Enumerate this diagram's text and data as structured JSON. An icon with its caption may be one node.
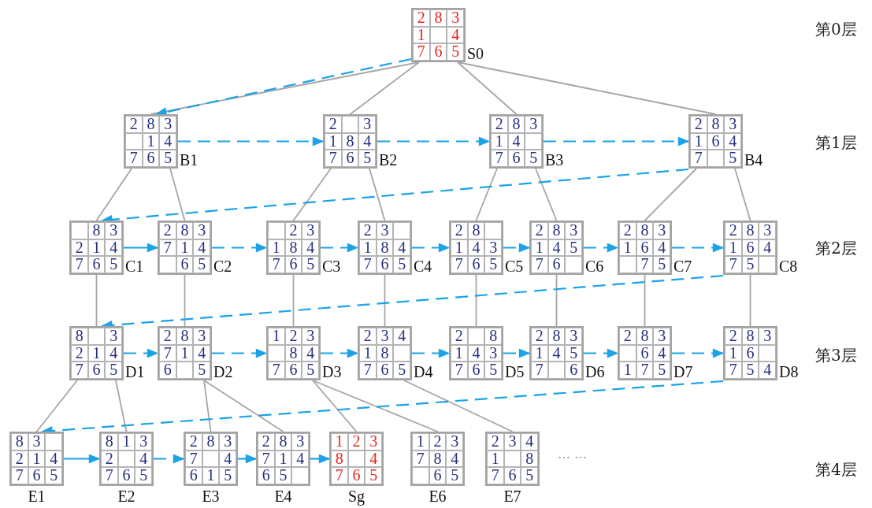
{
  "diagram": {
    "nodes": [
      {
        "text": [],
        "shape": "box",
        "beside": [
          "S0"
        ]
      },
      {
        "text": [
          "2"
        ],
        "in": 0
      },
      {
        "text": [
          "8"
        ],
        "in": 0
      },
      {
        "text": [
          "3"
        ],
        "in": 0
      },
      {
        "text": [
          "1"
        ],
        "in": 0
      },
      {
        "text": [],
        "shape": "box",
        "in": 0
      },
      {
        "text": [
          "4"
        ],
        "in": 0
      },
      {
        "text": [
          "7"
        ],
        "in": 0
      },
      {
        "text": [
          "6"
        ],
        "in": 0
      },
      {
        "text": [
          "5"
        ],
        "in": 0
      },
      {
        "text": [],
        "shape": "box",
        "beside": [
          "B1"
        ]
      },
      {
        "text": [
          "2"
        ],
        "in": 10
      },
      {
        "text": [
          "8"
        ],
        "in": 10
      },
      {
        "text": [
          "3"
        ],
        "in": 10
      },
      {
        "text": [],
        "shape": "box",
        "in": 10
      },
      {
        "text": [
          "1"
        ],
        "in": 10
      },
      {
        "text": [
          "4"
        ],
        "in": 10
      },
      {
        "text": [
          "7"
        ],
        "in": 10
      },
      {
        "text": [
          "6"
        ],
        "in": 10
      },
      {
        "text": [
          "5"
        ],
        "in": 10
      },
      {
        "text": [],
        "shape": "box",
        "beside": [
          "B2"
        ]
      },
      {
        "text": [
          "2"
        ],
        "in": 20
      },
      {
        "text": [],
        "shape": "box",
        "in": 20
      },
      {
        "text": [
          "3"
        ],
        "in": 20
      },
      {
        "text": [
          "1"
        ],
        "in": 20
      },
      {
        "text": [
          "8"
        ],
        "in": 20
      },
      {
        "text": [
          "4"
        ],
        "in": 20
      },
      {
        "text": [
          "7"
        ],
        "in": 20
      },
      {
        "text": [
          "6"
        ],
        "in": 20
      },
      {
        "text": [
          "5"
        ],
        "in": 20
      },
      {
        "text": [],
        "shape": "box",
        "beside": [
          "B3"
        ]
      },
      {
        "text": [
          "2"
        ],
        "in": 30
      },
      {
        "text": [
          "8"
        ],
        "in": 30
      },
      {
        "text": [
          "3"
        ],
        "in": 30
      },
      {
        "text": [
          "1"
        ],
        "in": 30
      },
      {
        "text": [
          "4"
        ],
        "in": 30
      },
      {
        "text": [],
        "shape": "box",
        "in": 30
      },
      {
        "text": [
          "7"
        ],
        "in": 30
      },
      {
        "text": [
          "6"
        ],
        "in": 30
      },
      {
        "text": [
          "5"
        ],
        "in": 30
      },
      {
        "text": [],
        "shape": "box",
        "beside": [
          "B4"
        ]
      },
      {
        "text": [
          "2"
        ],
        "in": 40
      },
      {
        "text": [
          "8"
        ],
        "in": 40
      },
      {
        "text": [
          "3"
        ],
        "in": 40
      },
      {
        "text": [
          "1"
        ],
        "in": 40
      },
      {
        "text": [
          "6"
        ],
        "in": 40
      },
      {
        "text": [
          "4"
        ],
        "in": 40
      },
      {
        "text": [
          "7"
        ],
        "in": 40
      },
      {
        "text": [],
        "shape": "box",
        "in": 40
      },
      {
        "text": [
          "5"
        ],
        "in": 40
      },
      {
        "text": [],
        "shape": "box",
        "beside": [
          "C1"
        ]
      },
      {
        "text": [],
        "shape": "box",
        "in": 50
      },
      {
        "text": [
          "8"
        ],
        "in": 50
      },
      {
        "text": [
          "3"
        ],
        "in": 50
      },
      {
        "text": [
          "2"
        ],
        "in": 50
      },
      {
        "text": [
          "1"
        ],
        "in": 50
      },
      {
        "text": [
          "4"
        ],
        "in": 50
      },
      {
        "text": [
          "7"
        ],
        "in": 50
      },
      {
        "text": [
          "6"
        ],
        "in": 50
      },
      {
        "text": [
          "5"
        ],
        "in": 50
      },
      {
        "text": [],
        "shape": "box",
        "beside": [
          "C2"
        ]
      },
      {
        "text": [
          "2"
        ],
        "in": 60
      },
      {
        "text": [
          "8"
        ],
        "in": 60
      },
      {
        "text": [
          "3"
        ],
        "in": 60
      },
      {
        "text": [
          "7"
        ],
        "in": 60
      },
      {
        "text": [
          "1"
        ],
        "in": 60
      },
      {
        "text": [
          "4"
        ],
        "in": 60
      },
      {
        "text": [],
        "shape": "box",
        "in": 60
      },
      {
        "text": [
          "6"
        ],
        "in": 60
      },
      {
        "text": [
          "5"
        ],
        "in": 60
      },
      {
        "text": [],
        "shape": "box",
        "beside": [
          "C3"
        ]
      },
      {
        "text": [],
        "shape": "box",
        "in": 70
      },
      {
        "text": [
          "2"
        ],
        "in": 70
      },
      {
        "text": [
          "3"
        ],
        "in": 70
      },
      {
        "text": [
          "1"
        ],
        "in": 70
      },
      {
        "text": [
          "8"
        ],
        "in": 70
      },
      {
        "text": [
          "4"
        ],
        "in": 70
      },
      {
        "text": [
          "7"
        ],
        "in": 70
      },
      {
        "text": [
          "6"
        ],
        "in": 70
      },
      {
        "text": [
          "5"
        ],
        "in": 70
      },
      {
        "text": [],
        "shape": "box",
        "beside": [
          "C4"
        ]
      },
      {
        "text": [
          "2"
        ],
        "in": 80
      },
      {
        "text": [
          "3"
        ],
        "in": 80
      },
      {
        "text": [],
        "shape": "box",
        "in": 80
      },
      {
        "text": [
          "1"
        ],
        "in": 80
      },
      {
        "text": [
          "8"
        ],
        "in": 80
      },
      {
        "text": [
          "4"
        ],
        "in": 80
      },
      {
        "text": [
          "7"
        ],
        "in": 80
      },
      {
        "text": [
          "6"
        ],
        "in": 80
      },
      {
        "text": [
          "5"
        ],
        "in": 80
      },
      {
        "text": [],
        "shape": "box",
        "beside": [
          "C5"
        ]
      },
      {
        "text": [
          "2"
        ],
        "in": 90
      },
      {
        "text": [
          "8"
        ],
        "in": 90
      },
      {
        "text": [],
        "shape": "box",
        "in": 90
      },
      {
        "text": [
          "1"
        ],
        "in": 90
      },
      {
        "text": [
          "4"
        ],
        "in": 90
      },
      {
        "text": [
          "3"
        ],
        "in": 90
      },
      {
        "text": [
          "7"
        ],
        "in": 90
      },
      {
        "text": [
          "6"
        ],
        "in": 90
      },
      {
        "text": [
          "5"
        ],
        "in": 90
      },
      {
        "text": [],
        "shape": "box",
        "beside": [
          "C6"
        ]
      },
      {
        "text": [
          "2"
        ],
        "in": 100
      },
      {
        "text": [
          "8"
        ],
        "in": 100
      },
      {
        "text": [
          "3"
        ],
        "in": 100
      },
      {
        "text": [
          "1"
        ],
        "in": 100
      },
      {
        "text": [
          "4"
        ],
        "in": 100
      },
      {
        "text": [
          "5"
        ],
        "in": 100
      },
      {
        "text": [
          "7"
        ],
        "in": 100
      },
      {
        "text": [
          "6"
        ],
        "in": 100
      },
      {
        "text": [],
        "shape": "box",
        "in": 100
      },
      {
        "text": [],
        "shape": "box",
        "beside": [
          "C7"
        ]
      },
      {
        "text": [
          "2"
        ],
        "in": 110
      },
      {
        "text": [
          "8"
        ],
        "in": 110
      },
      {
        "text": [
          "3"
        ],
        "in": 110
      },
      {
        "text": [
          "1"
        ],
        "in": 110
      },
      {
        "text": [
          "6"
        ],
        "in": 110
      },
      {
        "text": [
          "4"
        ],
        "in": 110
      },
      {
        "text": [],
        "shape": "box",
        "in": 110
      },
      {
        "text": [
          "7"
        ],
        "in": 110
      },
      {
        "text": [
          "5"
        ],
        "in": 110
      },
      {
        "text": [],
        "shape": "box",
        "beside": [
          "C8"
        ]
      },
      {
        "text": [
          "2"
        ],
        "in": 120
      },
      {
        "text": [
          "8"
        ],
        "in": 120
      },
      {
        "text": [
          "3"
        ],
        "in": 120
      },
      {
        "text": [
          "1"
        ],
        "in": 120
      },
      {
        "text": [
          "6"
        ],
        "in": 120
      },
      {
        "text": [
          "4"
        ],
        "in": 120
      },
      {
        "text": [
          "7"
        ],
        "in": 120
      },
      {
        "text": [
          "5"
        ],
        "in": 120
      },
      {
        "text": [],
        "shape": "box",
        "in": 120
      },
      {
        "text": [],
        "shape": "box",
        "beside": [
          "D1"
        ]
      },
      {
        "text": [
          "8"
        ],
        "in": 130
      },
      {
        "text": [],
        "shape": "box",
        "in": 130
      },
      {
        "text": [
          "3"
        ],
        "in": 130
      },
      {
        "text": [
          "2"
        ],
        "in": 130
      },
      {
        "text": [
          "1"
        ],
        "in": 130
      },
      {
        "text": [
          "4"
        ],
        "in": 130
      },
      {
        "text": [
          "7"
        ],
        "in": 130
      },
      {
        "text": [
          "6"
        ],
        "in": 130
      },
      {
        "text": [
          "5"
        ],
        "in": 130
      },
      {
        "text": [],
        "shape": "box",
        "beside": [
          "D2"
        ]
      },
      {
        "text": [
          "2"
        ],
        "in": 140
      },
      {
        "text": [
          "8"
        ],
        "in": 140
      },
      {
        "text": [
          "3"
        ],
        "in": 140
      },
      {
        "text": [
          "7"
        ],
        "in": 140
      },
      {
        "text": [
          "1"
        ],
        "in": 140
      },
      {
        "text": [
          "4"
        ],
        "in": 140
      },
      {
        "text": [
          "6"
        ],
        "in": 140
      },
      {
        "text": [],
        "shape": "box",
        "in": 140
      },
      {
        "text": [
          "5"
        ],
        "in": 140
      },
      {
        "text": [],
        "shape": "box",
        "beside": [
          "D3"
        ]
      },
      {
        "text": [
          "1"
        ],
        "in": 150
      },
      {
        "text": [
          "2"
        ],
        "in": 150
      },
      {
        "text": [
          "3"
        ],
        "in": 150
      },
      {
        "text": [],
        "shape": "box",
        "in": 150
      },
      {
        "text": [
          "8"
        ],
        "in": 150
      },
      {
        "text": [
          "4"
        ],
        "in": 150
      },
      {
        "text": [
          "7"
        ],
        "in": 150
      },
      {
        "text": [
          "6"
        ],
        "in": 150
      },
      {
        "text": [
          "5"
        ],
        "in": 150
      },
      {
        "text": [],
        "shape": "box",
        "beside": [
          "D4"
        ]
      },
      {
        "text": [
          "2"
        ],
        "in": 160
      },
      {
        "text": [
          "3"
        ],
        "in": 160
      },
      {
        "text": [
          "4"
        ],
        "in": 160
      },
      {
        "text": [
          "1"
        ],
        "in": 160
      },
      {
        "text": [
          "8"
        ],
        "in": 160
      },
      {
        "text": [],
        "shape": "box",
        "in": 160
      },
      {
        "text": [
          "7"
        ],
        "in": 160
      },
      {
        "text": [
          "6"
        ],
        "in": 160
      },
      {
        "text": [
          "5"
        ],
        "in": 160
      },
      {
        "text": [],
        "shape": "box",
        "beside": [
          "D5"
        ]
      },
      {
        "text": [
          "2"
        ],
        "in": 170
      },
      {
        "text": [],
        "shape": "box",
        "in": 170
      },
      {
        "text": [
          "8"
        ],
        "in": 170
      },
      {
        "text": [
          "1"
        ],
        "in": 170
      },
      {
        "text": [
          "4"
        ],
        "in": 170
      },
      {
        "text": [
          "3"
        ],
        "in": 170
      },
      {
        "text": [
          "7"
        ],
        "in": 170
      },
      {
        "text": [
          "6"
        ],
        "in": 170
      },
      {
        "text": [
          "5"
        ],
        "in": 170
      },
      {
        "text": [],
        "shape": "box",
        "beside": [
          "D6"
        ]
      },
      {
        "text": [
          "2"
        ],
        "in": 180
      },
      {
        "text": [
          "8"
        ],
        "in": 180
      },
      {
        "text": [
          "3"
        ],
        "in": 180
      },
      {
        "text": [
          "1"
        ],
        "in": 180
      },
      {
        "text": [
          "4"
        ],
        "in": 180
      },
      {
        "text": [
          "5"
        ],
        "in": 180
      },
      {
        "text": [
          "7"
        ],
        "in": 180
      },
      {
        "text": [],
        "shape": "box",
        "in": 180
      },
      {
        "text": [
          "6"
        ],
        "in": 180
      },
      {
        "text": [],
        "shape": "box",
        "beside": [
          "D7"
        ]
      },
      {
        "text": [
          "2"
        ],
        "in": 190
      },
      {
        "text": [
          "8"
        ],
        "in": 190
      },
      {
        "text": [
          "3"
        ],
        "in": 190
      },
      {
        "text": [],
        "shape": "box",
        "in": 190
      },
      {
        "text": [
          "6"
        ],
        "in": 190
      },
      {
        "text": [
          "4"
        ],
        "in": 190
      },
      {
        "text": [
          "1"
        ],
        "in": 190
      },
      {
        "text": [
          "7"
        ],
        "in": 190
      },
      {
        "text": [
          "5"
        ],
        "in": 190
      },
      {
        "text": [],
        "shape": "box",
        "beside": [
          "D8"
        ]
      },
      {
        "text": [
          "2"
        ],
        "in": 200
      },
      {
        "text": [
          "8"
        ],
        "in": 200
      },
      {
        "text": [
          "3"
        ],
        "in": 200
      },
      {
        "text": [
          "1"
        ],
        "in": 200
      },
      {
        "text": [
          "6"
        ],
        "in": 200
      },
      {
        "text": [],
        "shape": "box",
        "in": 200
      },
      {
        "text": [
          "7"
        ],
        "in": 200
      },
      {
        "text": [
          "5"
        ],
        "in": 200
      },
      {
        "text": [
          "4"
        ],
        "in": 200
      },
      {
        "text": [],
        "shape": "box",
        "beside": [
          "E1"
        ]
      },
      {
        "text": [
          "8"
        ],
        "in": 210
      },
      {
        "text": [
          "3"
        ],
        "in": 210
      },
      {
        "text": [],
        "shape": "box",
        "in": 210
      },
      {
        "text": [
          "2"
        ],
        "in": 210
      },
      {
        "text": [
          "1"
        ],
        "in": 210
      },
      {
        "text": [
          "4"
        ],
        "in": 210
      },
      {
        "text": [
          "7"
        ],
        "in": 210
      },
      {
        "text": [
          "6"
        ],
        "in": 210
      },
      {
        "text": [
          "5"
        ],
        "in": 210
      },
      {
        "text": [],
        "shape": "box",
        "beside": [
          "E2"
        ]
      },
      {
        "text": [
          "8"
        ],
        "in": 220
      },
      {
        "text": [
          "1"
        ],
        "in": 220
      },
      {
        "text": [
          "3"
        ],
        "in": 220
      },
      {
        "text": [
          "2"
        ],
        "in": 220
      },
      {
        "text": [],
        "shape": "box",
        "in": 220
      },
      {
        "text": [
          "4"
        ],
        "in": 220
      },
      {
        "text": [
          "7"
        ],
        "in": 220
      },
      {
        "text": [
          "6"
        ],
        "in": 220
      },
      {
        "text": [
          "5"
        ],
        "in": 220
      },
      {
        "text": [],
        "shape": "box",
        "beside": [
          "E3"
        ]
      },
      {
        "text": [
          "2"
        ],
        "in": 230
      },
      {
        "text": [
          "8"
        ],
        "in": 230
      },
      {
        "text": [
          "3"
        ],
        "in": 230
      },
      {
        "text": [
          "7"
        ],
        "in": 230
      },
      {
        "text": [],
        "shape": "box",
        "in": 230
      },
      {
        "text": [
          "4"
        ],
        "in": 230
      },
      {
        "text": [
          "6"
        ],
        "in": 230
      },
      {
        "text": [
          "1"
        ],
        "in": 230
      },
      {
        "text": [
          "5"
        ],
        "in": 230
      },
      {
        "text": [],
        "shape": "box",
        "beside": [
          "E4"
        ]
      },
      {
        "text": [
          "2"
        ],
        "in": 240
      },
      {
        "text": [
          "8"
        ],
        "in": 240
      },
      {
        "text": [
          "3"
        ],
        "in": 240
      },
      {
        "text": [
          "7"
        ],
        "in": 240
      },
      {
        "text": [
          "1"
        ],
        "in": 240
      },
      {
        "text": [
          "4"
        ],
        "in": 240
      },
      {
        "text": [
          "6"
        ],
        "in": 240
      },
      {
        "text": [
          "5"
        ],
        "in": 240
      },
      {
        "text": [],
        "shape": "box",
        "in": 240
      },
      {
        "text": [],
        "shape": "box",
        "beside": [
          "Sg"
        ]
      },
      {
        "text": [
          "1"
        ],
        "in": 250
      },
      {
        "text": [
          "2"
        ],
        "in": 250
      },
      {
        "text": [
          "3"
        ],
        "in": 250
      },
      {
        "text": [
          "8"
        ],
        "in": 250
      },
      {
        "text": [],
        "shape": "box",
        "in": 250
      },
      {
        "text": [
          "4"
        ],
        "in": 250
      },
      {
        "text": [
          "7"
        ],
        "in": 250
      },
      {
        "text": [
          "6"
        ],
        "in": 250
      },
      {
        "text": [
          "5"
        ],
        "in": 250
      },
      {
        "text": [],
        "shape": "box",
        "beside": [
          "E6"
        ]
      },
      {
        "text": [
          "1"
        ],
        "in": 260
      },
      {
        "text": [
          "2"
        ],
        "in": 260
      },
      {
        "text": [
          "3"
        ],
        "in": 260
      },
      {
        "text": [
          "7"
        ],
        "in": 260
      },
      {
        "text": [
          "8"
        ],
        "in": 260
      },
      {
        "text": [
          "4"
        ],
        "in": 260
      },
      {
        "text": [],
        "shape": "box",
        "in": 260
      },
      {
        "text": [
          "6"
        ],
        "in": 260
      },
      {
        "text": [
          "5"
        ],
        "in": 260
      },
      {
        "text": [],
        "shape": "box",
        "beside": [
          "E7"
        ]
      },
      {
        "text": [
          "2"
        ],
        "in": 270
      },
      {
        "text": [
          "3"
        ],
        "in": 270
      },
      {
        "text": [
          "4"
        ],
        "in": 270
      },
      {
        "text": [
          "1"
        ],
        "in": 270
      },
      {
        "text": [],
        "shape": "box",
        "in": 270
      },
      {
        "text": [
          "8"
        ],
        "in": 270
      },
      {
        "text": [
          "7"
        ],
        "in": 270
      },
      {
        "text": [
          "6"
        ],
        "in": 270
      },
      {
        "text": [
          "5"
        ],
        "in": 270
      }
    ],
    "edges": [
      {
        "from": 0,
        "to": 10,
        "arrow": "none"
      },
      {
        "from": 0,
        "to": 20,
        "arrow": "none"
      },
      {
        "from": 0,
        "to": 30,
        "arrow": "none"
      },
      {
        "from": 0,
        "to": 40,
        "arrow": "none"
      },
      {
        "from": 10,
        "to": 50,
        "arrow": "none"
      },
      {
        "from": 10,
        "to": 60,
        "arrow": "none"
      },
      {
        "from": 20,
        "to": 70,
        "arrow": "none"
      },
      {
        "from": 20,
        "to": 80,
        "arrow": "none"
      },
      {
        "from": 30,
        "to": 90,
        "arrow": "none"
      },
      {
        "from": 30,
        "to": 100,
        "arrow": "none"
      },
      {
        "from": 40,
        "to": 110,
        "arrow": "none"
      },
      {
        "from": 40,
        "to": 120,
        "arrow": "none"
      },
      {
        "from": 50,
        "to": 130,
        "arrow": "none"
      },
      {
        "from": 60,
        "to": 140,
        "arrow": "none"
      },
      {
        "from": 70,
        "to": 150,
        "arrow": "none"
      },
      {
        "from": 80,
        "to": 160,
        "arrow": "none"
      },
      {
        "from": 90,
        "to": 170,
        "arrow": "none"
      },
      {
        "from": 100,
        "to": 180,
        "arrow": "none"
      },
      {
        "from": 110,
        "to": 190,
        "arrow": "none"
      },
      {
        "from": 120,
        "to": 200,
        "arrow": "none"
      },
      {
        "from": 130,
        "to": 210,
        "arrow": "none"
      },
      {
        "from": 130,
        "to": 220,
        "arrow": "none"
      },
      {
        "from": 140,
        "to": 230,
        "arrow": "none"
      },
      {
        "from": 140,
        "to": 240,
        "arrow": "none"
      },
      {
        "from": 150,
        "to": 250,
        "arrow": "none"
      },
      {
        "from": 150,
        "to": 260,
        "arrow": "none"
      },
      {
        "from": 160,
        "to": 270,
        "arrow": "none"
      },
      {
        "from": 0,
        "to": 10,
        "arrow": "to",
        "style": "dashed",
        "color": "#1aa3e6"
      },
      {
        "from": 10,
        "to": 20,
        "arrow": "to",
        "style": "dashed",
        "color": "#1aa3e6"
      },
      {
        "from": 20,
        "to": 30,
        "arrow": "to",
        "style": "dashed",
        "color": "#1aa3e6"
      },
      {
        "from": 30,
        "to": 40,
        "arrow": "to",
        "style": "dashed",
        "color": "#1aa3e6"
      },
      {
        "from": 40,
        "to": 50,
        "arrow": "to",
        "style": "dashed",
        "color": "#1aa3e6"
      },
      {
        "from": 50,
        "to": 60,
        "arrow": "to",
        "color": "#1aa3e6"
      },
      {
        "from": 60,
        "to": 70,
        "arrow": "to",
        "style": "dashed",
        "color": "#1aa3e6"
      },
      {
        "from": 70,
        "to": 80,
        "arrow": "to",
        "style": "dashed",
        "color": "#1aa3e6"
      },
      {
        "from": 80,
        "to": 90,
        "arrow": "to",
        "style": "dashed",
        "color": "#1aa3e6"
      },
      {
        "from": 90,
        "to": 100,
        "arrow": "to",
        "style": "dashed",
        "color": "#1aa3e6"
      },
      {
        "from": 100,
        "to": 110,
        "arrow": "to",
        "style": "dashed",
        "color": "#1aa3e6"
      },
      {
        "from": 110,
        "to": 120,
        "arrow": "to",
        "style": "dashed",
        "color": "#1aa3e6"
      },
      {
        "from": 120,
        "to": 130,
        "arrow": "to",
        "style": "dashed",
        "color": "#1aa3e6"
      },
      {
        "from": 130,
        "to": 140,
        "arrow": "to",
        "style": "dashed",
        "color": "#1aa3e6"
      },
      {
        "from": 140,
        "to": 150,
        "arrow": "to",
        "style": "dashed",
        "color": "#1aa3e6"
      },
      {
        "from": 150,
        "to": 160,
        "arrow": "to",
        "style": "dashed",
        "color": "#1aa3e6"
      },
      {
        "from": 160,
        "to": 170,
        "arrow": "to",
        "style": "dashed",
        "color": "#1aa3e6"
      },
      {
        "from": 170,
        "to": 180,
        "arrow": "to",
        "style": "dashed",
        "color": "#1aa3e6"
      },
      {
        "from": 180,
        "to": 190,
        "arrow": "to",
        "style": "dashed",
        "color": "#1aa3e6"
      },
      {
        "from": 190,
        "to": 200,
        "arrow": "to",
        "style": "dashed",
        "color": "#1aa3e6"
      },
      {
        "from": 200,
        "to": 210,
        "arrow": "to",
        "style": "dashed",
        "color": "#1aa3e6"
      },
      {
        "from": 210,
        "to": 220,
        "arrow": "to",
        "color": "#1aa3e6"
      },
      {
        "from": 220,
        "to": 230,
        "arrow": "to",
        "style": "dashed",
        "color": "#1aa3e6"
      },
      {
        "from": 230,
        "to": 240,
        "arrow": "to",
        "color": "#1aa3e6"
      },
      {
        "from": 240,
        "to": 250,
        "arrow": "to",
        "color": "#1aa3e6"
      }
    ],
    "labels": [
      "第0层",
      "第1层",
      "第2层",
      "第3层",
      "第4层",
      "… …"
    ]
  }
}
